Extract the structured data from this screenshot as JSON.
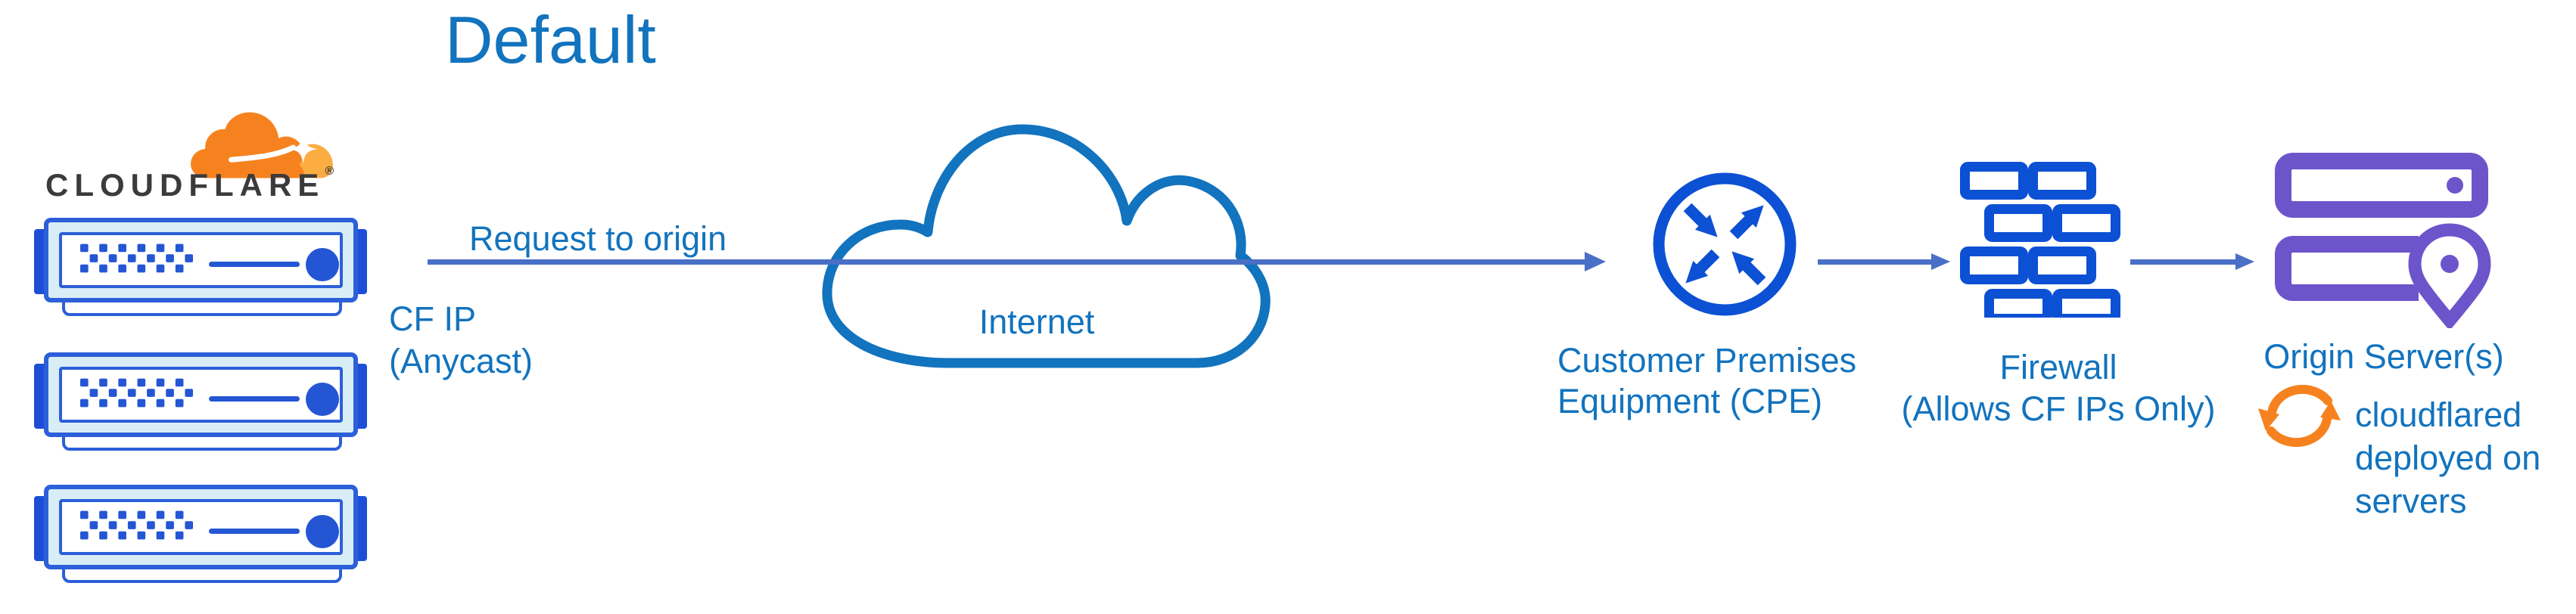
{
  "title": "Default",
  "logo": {
    "wordmark": "CLOUDFLARE",
    "registered_mark": "®"
  },
  "flow": {
    "request_label": "Request to origin",
    "cf_ip_lines": [
      "CF IP",
      "(Anycast)"
    ]
  },
  "internet": {
    "label": "Internet"
  },
  "cpe": {
    "label_lines": [
      "Customer Premises",
      "Equipment (CPE)"
    ]
  },
  "firewall": {
    "label_lines": [
      "Firewall",
      "(Allows CF IPs Only)"
    ]
  },
  "origin": {
    "label": "Origin Server(s)",
    "note_lines": [
      "cloudflared",
      "deployed on",
      "servers"
    ]
  },
  "icons": {
    "logo": "cloudflare-logo",
    "edge_servers": "server-rack",
    "internet": "internet-cloud",
    "cpe": "router-arrows",
    "firewall": "brick-wall",
    "origin": "stacked-servers-location-pin",
    "cloudflared": "sync-arrows",
    "flow": "arrow-right"
  },
  "colors": {
    "label_blue": "#1273BE",
    "arrow_blue": "#4A6FC6",
    "icon_blue": "#0C50D4",
    "server_border": "#2C5FD8",
    "server_tab": "#1C4ED8",
    "server_fill": "#D9EDF6",
    "server_detail": "#2456D4",
    "cloud_stroke": "#1273BE",
    "origin_purple": "#6C55CB",
    "orange": "#F6821F",
    "orange_light": "#FBAD41",
    "wordmark_dark": "#3B3B3D"
  }
}
